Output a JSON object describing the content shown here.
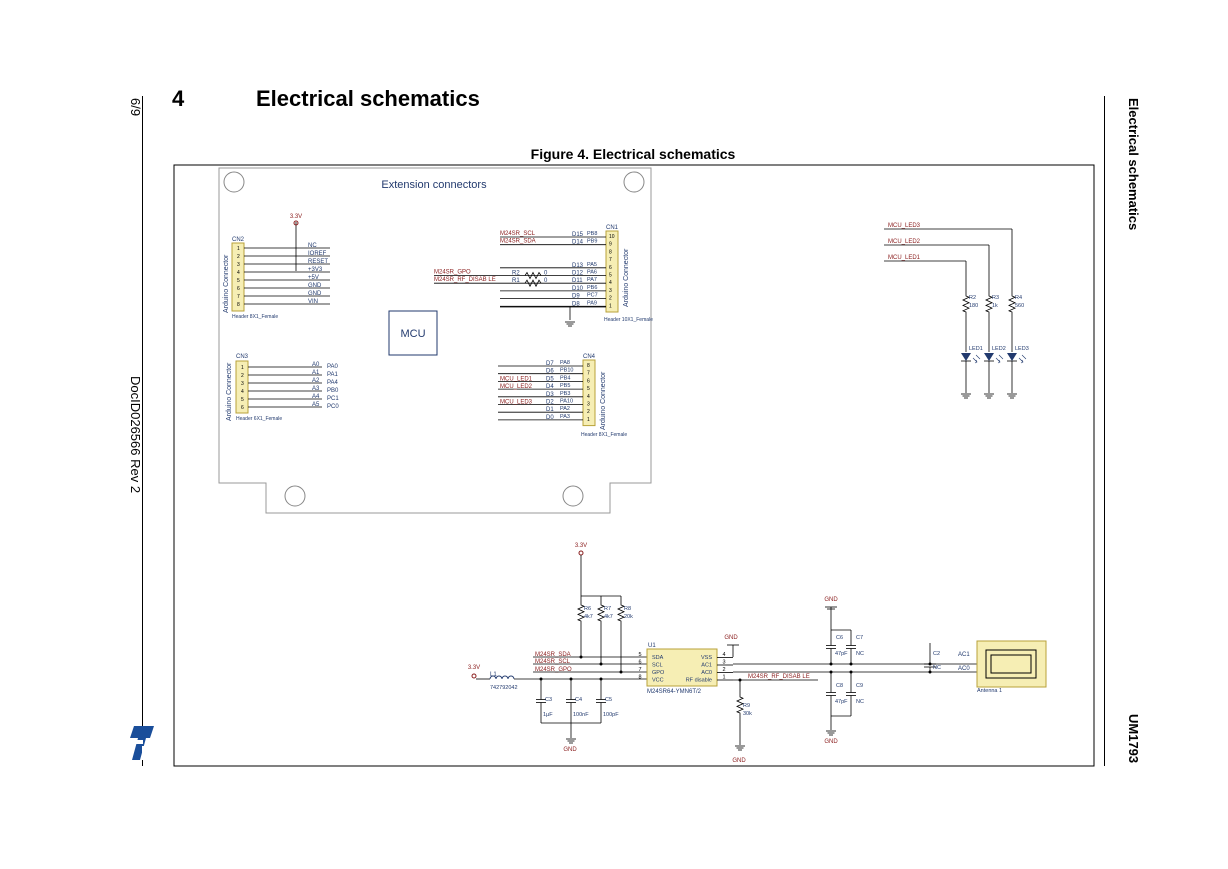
{
  "page": {
    "section_number": "4",
    "section_title": "Electrical schematics",
    "figure_caption": "Figure 4. Electrical schematics",
    "left_margin_page": "6/9",
    "left_margin_doc": "DocID026566 Rev 2",
    "right_margin_title": "Electrical schematics",
    "right_margin_doc": "UM1793",
    "logo_icon": "st-logo-icon"
  },
  "schematic": {
    "board_title": "Extension connectors",
    "mcu_label": "MCU",
    "cn2": {
      "ref": "CN2",
      "side": "Arduino Connector",
      "footer": "Header 8X1_Female",
      "pins": [
        "1",
        "2",
        "3",
        "4",
        "5",
        "6",
        "7",
        "8"
      ],
      "signals": [
        "NC",
        "IOREF",
        "RESET",
        "+3V3",
        "+5V",
        "GND",
        "GND",
        "VIN"
      ],
      "supply": "3.3V"
    },
    "cn3": {
      "ref": "CN3",
      "side": "Arduino Connector",
      "footer": "Header 6X1_Female",
      "pins": [
        "1",
        "2",
        "3",
        "4",
        "5",
        "6"
      ],
      "arduino": [
        "A0",
        "A1",
        "A2",
        "A3",
        "A4",
        "A5"
      ],
      "mcu": [
        "PA0",
        "PA1",
        "PA4",
        "PB0",
        "PC1",
        "PC0"
      ]
    },
    "cn1": {
      "ref": "CN1",
      "side": "Arduino Connector",
      "footer": "Header 10X1_Female",
      "pins": [
        "10",
        "9",
        "8",
        "7",
        "6",
        "5",
        "4",
        "3",
        "2",
        "1"
      ],
      "arduino": [
        "D15",
        "D14",
        "",
        "",
        "D13",
        "D12",
        "D11",
        "D10",
        "D9",
        "D8"
      ],
      "mcu": [
        "PB8",
        "PB9",
        "",
        "",
        "PA5",
        "PA6",
        "PA7",
        "PB6",
        "PC7",
        "PA9"
      ],
      "nets": [
        "M24SR_SCL",
        "M24SR_SDA",
        "",
        "",
        "",
        "M24SR_GPO",
        "M24SR_RF_DISAB LE",
        "",
        "",
        ""
      ],
      "resistors": [
        {
          "ref": "R2",
          "val": "0"
        },
        {
          "ref": "R1",
          "val": "0"
        }
      ]
    },
    "cn4": {
      "ref": "CN4",
      "side": "Arduino Connector",
      "footer": "Header 8X1_Female",
      "pins": [
        "8",
        "7",
        "6",
        "5",
        "4",
        "3",
        "2",
        "1"
      ],
      "arduino": [
        "D7",
        "D6",
        "D5",
        "D4",
        "D3",
        "D2",
        "D1",
        "D0"
      ],
      "mcu": [
        "PA8",
        "PB10",
        "PB4",
        "PB5",
        "PB3",
        "PA10",
        "PA2",
        "PA3"
      ],
      "nets": [
        "",
        "",
        "MCU_LED1",
        "MCU_LED2",
        "",
        "MCU_LED3",
        "",
        ""
      ]
    },
    "leds": {
      "nets": [
        "MCU_LED3",
        "MCU_LED2",
        "MCU_LED1"
      ],
      "resistors": [
        {
          "ref": "R2",
          "val": "180"
        },
        {
          "ref": "R3",
          "val": "1k"
        },
        {
          "ref": "R4",
          "val": "560"
        }
      ],
      "diodes": [
        "LED1",
        "LED2",
        "LED3"
      ]
    },
    "nfc": {
      "supply_top": "3.3V",
      "pullups": [
        {
          "ref": "R6",
          "val": "4k7"
        },
        {
          "ref": "R7",
          "val": "4k7"
        },
        {
          "ref": "R8",
          "val": "20k"
        }
      ],
      "nets": [
        "M24SR_SDA",
        "M24SR_SCL",
        "M24SR_GPO"
      ],
      "input_supply": "3.3V",
      "inductor": {
        "ref": "L1",
        "val": "742792042"
      },
      "caps": [
        {
          "ref": "C3",
          "val": "1µF"
        },
        {
          "ref": "C4",
          "val": "100nF"
        },
        {
          "ref": "C5",
          "val": "100pF"
        }
      ],
      "gnd": "GND",
      "u1": {
        "ref": "U1",
        "part": "M24SR64-YMN6T/2",
        "left_pins": [
          {
            "num": "5",
            "name": "SDA"
          },
          {
            "num": "6",
            "name": "SCL"
          },
          {
            "num": "7",
            "name": "GPO"
          },
          {
            "num": "8",
            "name": "VCC"
          }
        ],
        "right_pins": [
          {
            "num": "4",
            "name": "VSS"
          },
          {
            "num": "3",
            "name": "AC1"
          },
          {
            "num": "2",
            "name": "AC0"
          },
          {
            "num": "1",
            "name": "RF disable"
          }
        ]
      },
      "rf_net": "M24SR_RF_DISAB LE",
      "r9": {
        "ref": "R9",
        "val": "30k"
      },
      "c6": {
        "ref": "C6",
        "val": "47pF"
      },
      "c7": {
        "ref": "C7",
        "val": "NC"
      },
      "c8": {
        "ref": "C8",
        "val": "47pF"
      },
      "c9": {
        "ref": "C9",
        "val": "NC"
      },
      "c2": {
        "ref": "C2",
        "val": "NC"
      },
      "ac1": "AC1",
      "ac0": "AC0",
      "antenna": "Antenna 1"
    }
  }
}
